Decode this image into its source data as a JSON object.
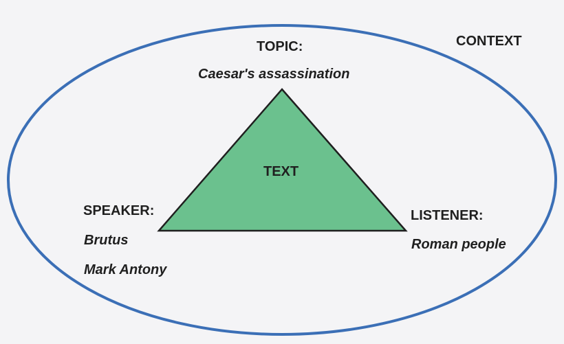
{
  "diagram": {
    "context": "CONTEXT",
    "topic": {
      "heading": "TOPIC:",
      "value": "Caesar's assassination"
    },
    "center": "TEXT",
    "speaker": {
      "heading": "SPEAKER:",
      "values": [
        "Brutus",
        "Mark Antony"
      ]
    },
    "listener": {
      "heading": "LISTENER:",
      "values": [
        "Roman people"
      ]
    }
  },
  "colors": {
    "ellipse_stroke": "#3b6fb6",
    "triangle_fill": "#6bc18e",
    "triangle_stroke": "#1f1f1f",
    "text": "#1f1f1f",
    "background": "#f4f4f6"
  }
}
